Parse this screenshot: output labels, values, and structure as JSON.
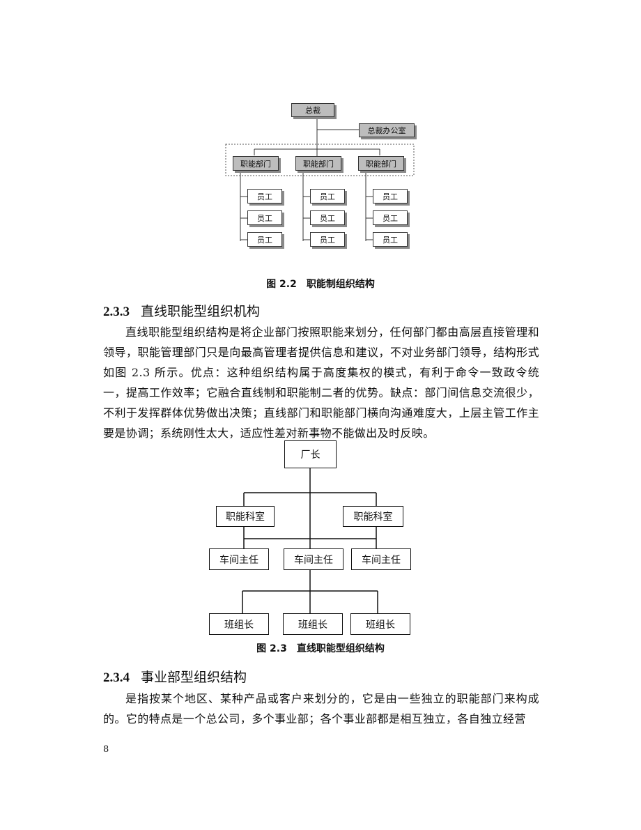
{
  "figure1": {
    "top": "总裁",
    "office": "总裁办公室",
    "departments": [
      "职能部门",
      "职能部门",
      "职能部门"
    ],
    "staff": [
      "员工",
      "员工",
      "员工"
    ],
    "caption_num": "图 2.2",
    "caption_text": "职能制组织结构"
  },
  "section1": {
    "num": "2.3.3",
    "title": "直线职能型组织机构",
    "paragraph": "直线职能型组织结构是将企业部门按照职能来划分，任何部门都由高层直接管理和领导，职能管理部门只是向最高管理者提供信息和建议，不对业务部门领导，结构形式如图 2.3 所示。优点：这种组织结构属于高度集权的模式，有利于命令一致政令统一，提高工作效率；它融合直线制和职能制二者的优势。缺点：部门间信息交流很少，不利于发挥群体优势做出决策；直线部门和职能部门横向沟通难度大，上层主管工作主要是协调；系统刚性太大，适应性差对新事物不能做出及时反映。"
  },
  "figure2": {
    "top": "厂长",
    "offices": [
      "职能科室",
      "职能科室"
    ],
    "directors": [
      "车间主任",
      "车间主任",
      "车间主任"
    ],
    "leaders": [
      "班组长",
      "班组长",
      "班组长"
    ],
    "caption_num": "图 2.3",
    "caption_text": "直线职能型组织结构"
  },
  "section2": {
    "num": "2.3.4",
    "title": "事业部型组织结构",
    "paragraph": "是指按某个地区、某种产品或客户来划分的，它是由一些独立的职能部门来构成的。它的特点是一个总公司，多个事业部；各个事业部都是相互独立，各自独立经营"
  },
  "page_number": "8"
}
